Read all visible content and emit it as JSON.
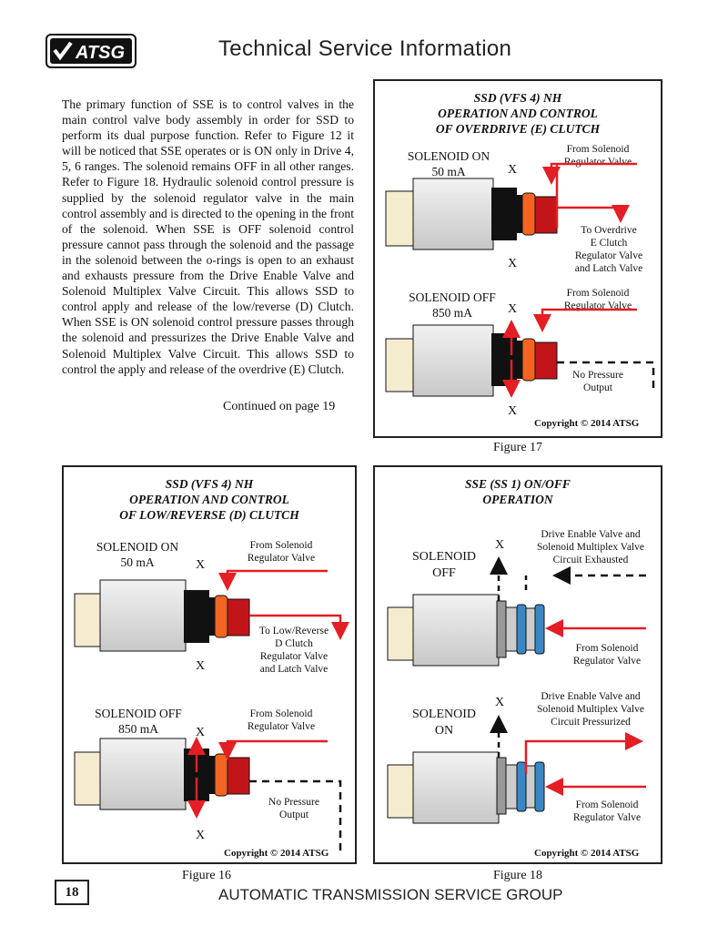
{
  "header": {
    "logo_text": "ATSG",
    "title": "Technical Service Information"
  },
  "body": {
    "paragraph": "The primary function of SSE is to control valves in the main control valve body assembly in order for SSD to perform its dual purpose function. Refer to Figure 12 it will be noticed that SSE operates or is ON only in Drive 4, 5, 6 ranges. The solenoid remains OFF in all other ranges. Refer to Figure 18. Hydraulic solenoid control pressure is supplied by the solenoid regulator valve in the main control assembly and is directed to the opening in the front of the solenoid. When SSE is OFF solenoid control pressure cannot pass through the solenoid and the passage in the solenoid between the o-rings is open to an exhaust and exhausts pressure from the Drive Enable Valve and Solenoid Multiplex Valve Circuit. This allows SSD to control apply and release of the low/reverse (D) Clutch. When SSE is ON solenoid control pressure passes through the solenoid and pressurizes the Drive Enable Valve and Solenoid Multiplex Valve Circuit. This allows SSD to control the apply and release of the overdrive (E) Clutch.",
    "continued": "Continued on page 19"
  },
  "fig17": {
    "title1": "SSD (VFS 4) NH",
    "title2": "OPERATION AND CONTROL",
    "title3": "OF OVERDRIVE (E) CLUTCH",
    "on1": "SOLENOID ON",
    "on2": "50 mA",
    "from1a": "From Solenoid",
    "from1b": "Regulator Valve",
    "to1": "To Overdrive",
    "to2": "E Clutch",
    "to3": "Regulator Valve",
    "to4": "and Latch Valve",
    "off1": "SOLENOID OFF",
    "off2": "850 mA",
    "from2a": "From Solenoid",
    "from2b": "Regulator Valve",
    "np1": "No Pressure",
    "np2": "Output",
    "x": "X",
    "copyright": "Copyright © 2014 ATSG",
    "caption": "Figure 17"
  },
  "fig16": {
    "title1": "SSD (VFS 4) NH",
    "title2": "OPERATION AND CONTROL",
    "title3": "OF LOW/REVERSE (D) CLUTCH",
    "on1": "SOLENOID ON",
    "on2": "50 mA",
    "from1a": "From Solenoid",
    "from1b": "Regulator Valve",
    "to1": "To Low/Reverse",
    "to2": "D Clutch",
    "to3": "Regulator Valve",
    "to4": "and Latch Valve",
    "off1": "SOLENOID OFF",
    "off2": "850 mA",
    "from2a": "From Solenoid",
    "from2b": "Regulator Valve",
    "np1": "No Pressure",
    "np2": "Output",
    "x": "X",
    "copyright": "Copyright © 2014 ATSG",
    "caption": "Figure 16"
  },
  "fig18": {
    "title1": "SSE (SS 1) ON/OFF",
    "title2": "OPERATION",
    "off1": "SOLENOID",
    "off2": "OFF",
    "de1a": "Drive Enable Valve and",
    "de1b": "Solenoid Multiplex Valve",
    "de1c": "Circuit Exhausted",
    "from1a": "From Solenoid",
    "from1b": "Regulator Valve",
    "on1": "SOLENOID",
    "on2": "ON",
    "de2a": "Drive Enable Valve and",
    "de2b": "Solenoid Multiplex Valve",
    "de2c": "Circuit Pressurized",
    "from2a": "From Solenoid",
    "from2b": "Regulator Valve",
    "x": "X",
    "copyright": "Copyright © 2014 ATSG",
    "caption": "Figure 18"
  },
  "footer": {
    "page_number": "18",
    "text": "AUTOMATIC TRANSMISSION SERVICE GROUP"
  },
  "colors": {
    "arrow_red": "#e31e24",
    "orange_seal": "#f26522",
    "blue_seal": "#3a87c8",
    "body_grey": "#dcdcdc"
  }
}
